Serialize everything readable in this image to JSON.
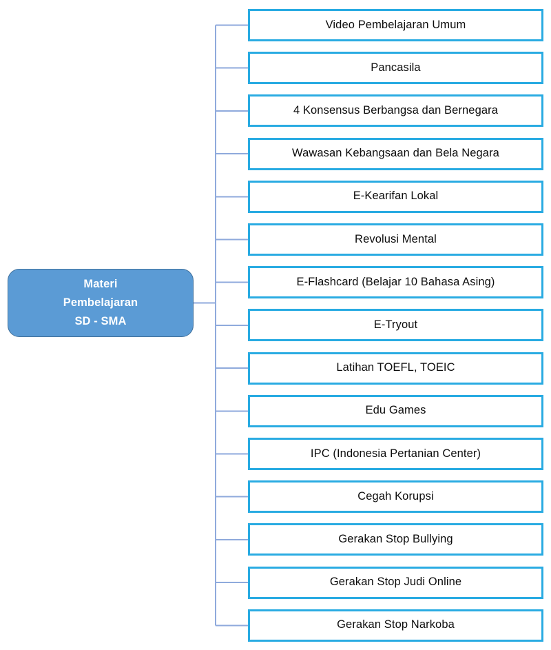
{
  "diagram": {
    "type": "horizontal-tree",
    "title": "Materi Pembelajaran SD - SMA",
    "colors": {
      "root_fill": "#5B9BD5",
      "root_border": "#41719C",
      "root_text": "#FFFFFF",
      "leaf_fill": "#FFFFFF",
      "leaf_border": "#29ABE2",
      "leaf_text": "#0D0D0D",
      "connector": "#8FAADC",
      "background": "#FFFFFF"
    },
    "root": {
      "label": "Materi\nPembelajaran\nSD - SMA",
      "line1": "Materi",
      "line2": "Pembelajaran",
      "line3": "SD - SMA"
    },
    "children": [
      {
        "label": "Video Pembelajaran Umum"
      },
      {
        "label": "Pancasila"
      },
      {
        "label": "4 Konsensus Berbangsa dan Bernegara"
      },
      {
        "label": "Wawasan Kebangsaan dan Bela Negara"
      },
      {
        "label": "E-Kearifan Lokal"
      },
      {
        "label": "Revolusi Mental"
      },
      {
        "label": "E-Flashcard (Belajar 10 Bahasa Asing)"
      },
      {
        "label": "E-Tryout"
      },
      {
        "label": "Latihan TOEFL, TOEIC"
      },
      {
        "label": "Edu Games"
      },
      {
        "label": "IPC (Indonesia Pertanian Center)"
      },
      {
        "label": "Cegah Korupsi"
      },
      {
        "label": "Gerakan Stop Bullying"
      },
      {
        "label": "Gerakan Stop Judi Online"
      },
      {
        "label": "Gerakan Stop Narkoba"
      }
    ]
  }
}
